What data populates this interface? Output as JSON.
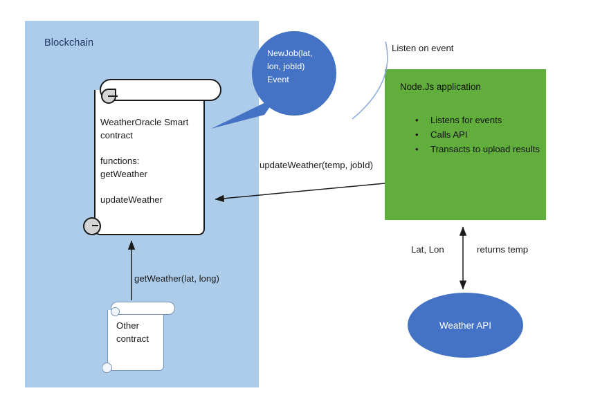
{
  "diagram": {
    "title": "WeatherOracle blockchain oracle architecture",
    "colors": {
      "blockchain_panel": "#ADCCEA",
      "node_box": "#62AE3D",
      "bubble": "#4472C4",
      "api_ellipse": "#4472C4",
      "arrow": "#1a1a1a",
      "arc": "#8FAEDC",
      "scroll_fill": "#FFFFFF",
      "scroll_curl": "#D4D4D4"
    }
  },
  "blockchain": {
    "label": "Blockchain",
    "oracle_contract": {
      "name": "WeatherOracle Smart\ncontract",
      "functions_heading": "functions:",
      "functions": [
        "getWeather",
        "updateWeather"
      ],
      "text_block": "WeatherOracle Smart\ncontract\n\nfunctions:\ngetWeather\n\nupdateWeather"
    },
    "other_contract": {
      "name": "Other\ncontract"
    }
  },
  "bubble": {
    "text": "NewJob(lat,\nlon, jobId)\nEvent"
  },
  "node_app": {
    "listen_label": "Listen on event",
    "title": "Node.Js application",
    "bullets": [
      "Listens for events",
      "Calls API",
      "Transacts to upload results"
    ]
  },
  "weather_api": {
    "name": "Weather API"
  },
  "arrows": {
    "update_weather": "updateWeather(temp, jobId)",
    "get_weather": "getWeather(lat, long)",
    "lat_lon": "Lat, Lon",
    "returns_temp": "returns temp"
  }
}
